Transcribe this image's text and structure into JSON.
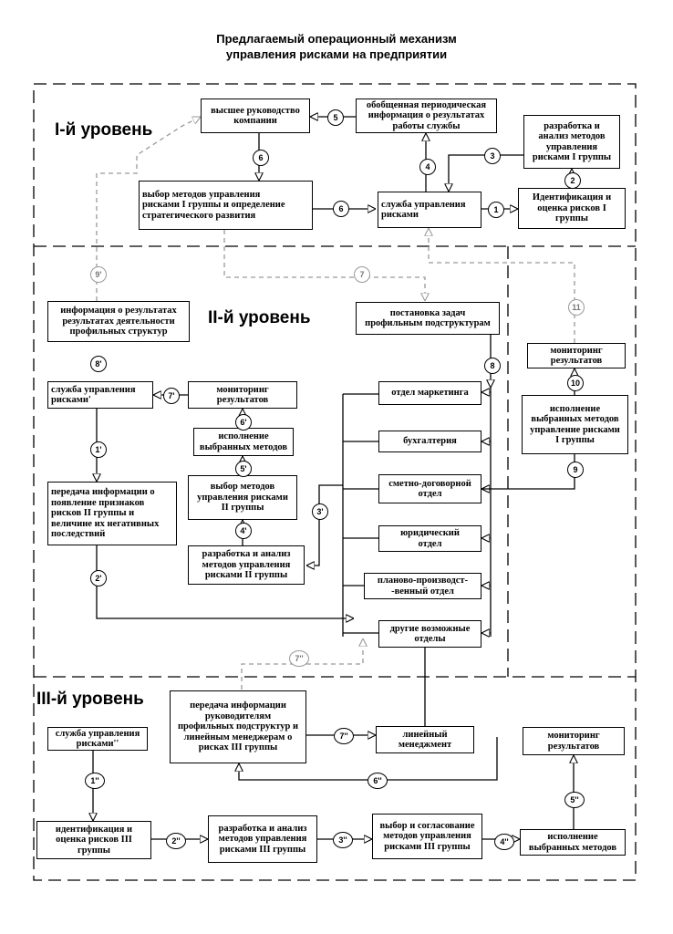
{
  "title": {
    "line1": "Предлагаемый операционный механизм",
    "line2": "управления рисками на предприятии"
  },
  "levels": {
    "l1": "I-й уровень",
    "l2": "II-й уровень",
    "l3": "III-й уровень"
  },
  "boxes": {
    "top_management": "высшее руководство\nкомпании",
    "periodic_info": "обобщенная периодическая\nинформация о результатах\nработы службы",
    "develop_methods_1": "разработка и\nанализ методов\nуправления\nрисками I группы",
    "select_methods_1": "выбор методов управления\nрисками I группы и определение\nстратегического развития",
    "risk_service": "служба управления\nрисками",
    "identify_1": "Идентификация и\nоценка рисков I\nгруппы",
    "info_results": "информация о результатах\nрезультатах деятельности\nпрофильных структур",
    "task_setting": "постановка задач\nпрофильным подструктурам",
    "monitoring_1": "мониторинг\nрезультатов",
    "service_2": "служба управления\nрисками'",
    "monitoring_2": "мониторинг\nрезультатов",
    "marketing": "отдел маркетинга",
    "exec_methods_1": "исполнение\nвыбранных методов\nуправление рисками\nI группы",
    "exec_methods_2": "исполнение\nвыбранных методов",
    "accounting": "бухгалтерия",
    "transfer_info_2": "передача информации о\nпоявление признаков\nрисков II группы и\nвеличине их негативных\nпоследствий",
    "select_methods_2": "выбор методов\nуправления рисками\nII группы",
    "estimate_contract": "сметно-договорной\nотдел",
    "legal": "юридический\nотдел",
    "develop_methods_2": "разработка и анализ\nметодов управления\nрисками II группы",
    "planning": "планово-производст-\n-венный отдел",
    "other_depts": "другие возможные\nотделы",
    "transfer_info_3": "передача информации\nруководителям\nпрофильных подструктур и\nлинейным менеджерам о\nрисках III группы",
    "service_3": "служба управления\nрисками''",
    "line_mgmt": "линейный\nменеджмент",
    "monitoring_3": "мониторинг\nрезультатов",
    "identify_3": "идентификация и\nоценка рисков III\nгруппы",
    "develop_methods_3": "разработка и анализ\nметодов управления\nрисками III группы",
    "select_agree_3": "выбор и согласование\nметодов управления\nрисками III группы",
    "exec_methods_3": "исполнение\nвыбранных методов"
  },
  "badges": {
    "b1": "1",
    "b2": "2",
    "b3": "3",
    "b4": "4",
    "b5": "5",
    "b6a": "6",
    "b6b": "6",
    "b7": "7",
    "b8": "8",
    "b9": "9",
    "b10": "10",
    "b11": "11",
    "b9p": "9'",
    "b8p": "8'",
    "b7p": "7'",
    "b6p": "6'",
    "b5p": "5'",
    "b4p": "4'",
    "b3p": "3'",
    "b1p": "1'",
    "b2p": "2'",
    "b7pp_a": "7''",
    "b7pp_b": "7''",
    "b6pp": "6''",
    "b1pp": "1''",
    "b5pp": "5''",
    "b2pp": "2''",
    "b3pp": "3''",
    "b4pp": "4''"
  }
}
